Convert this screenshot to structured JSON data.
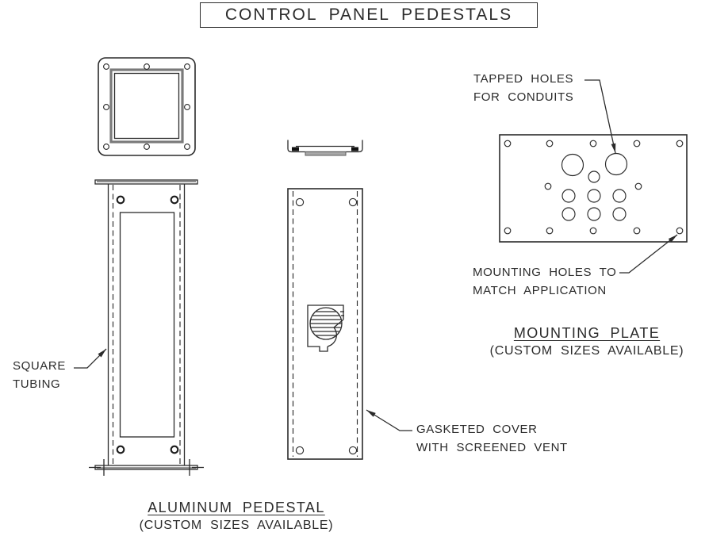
{
  "title": {
    "text": "CONTROL PANEL PEDESTALS"
  },
  "labels": {
    "tapped_holes": {
      "line1": "TAPPED HOLES",
      "line2": "FOR CONDUITS"
    },
    "mounting_holes": {
      "line1": "MOUNTING HOLES TO",
      "line2": "MATCH APPLICATION"
    },
    "square_tubing": {
      "line1": "SQUARE",
      "line2": "TUBING"
    },
    "gasketed_cover": {
      "line1": "GASKETED COVER",
      "line2": "WITH SCREENED VENT"
    }
  },
  "captions": {
    "mounting_plate": {
      "title": "MOUNTING PLATE",
      "subtitle": "(CUSTOM SIZES AVAILABLE)"
    },
    "aluminum_pedestal": {
      "title": "ALUMINUM PEDESTAL",
      "subtitle": "(CUSTOM SIZES AVAILABLE)"
    }
  },
  "colors": {
    "line": "#2b2b2b",
    "gray_accent": "#8a8a8a",
    "background": "#ffffff"
  }
}
